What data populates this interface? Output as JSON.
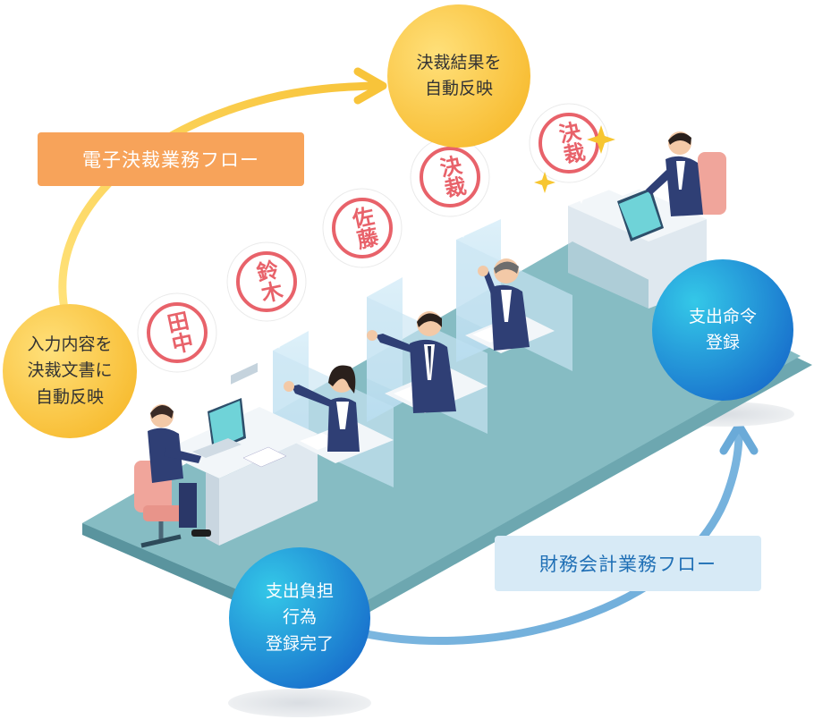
{
  "flows": {
    "electronic_approval": "電子決裁業務フロー",
    "financial_accounting": "財務会計業務フロー"
  },
  "steps": {
    "approval_result": "決裁結果を\n自動反映",
    "input_reflection": "入力内容を\n決裁文書に\n自動反映",
    "expenditure_command": "支出命令\n登録",
    "expenditure_registration": "支出負担\n行為\n登録完了"
  },
  "stamps": {
    "tanaka": "田中",
    "suzuki": "鈴木",
    "sato": "佐藤",
    "kessai_1": "決裁",
    "kessai_2": "決裁"
  },
  "colors": {
    "yellow": "#f7b92b",
    "blue": "#1565c9",
    "orange_label": "#f7a35a",
    "light_blue_label": "#d7eaf6",
    "stamp_red": "#e8626a",
    "platform": "#7fb5bd"
  }
}
